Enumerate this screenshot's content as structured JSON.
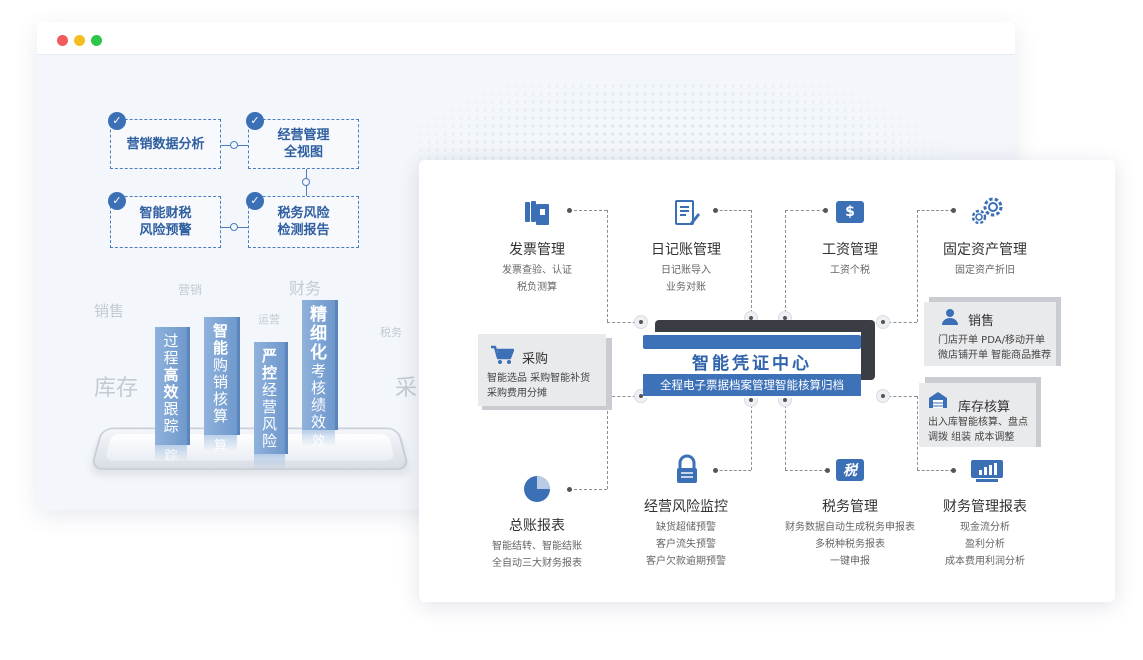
{
  "left_panel": {
    "boxes": [
      {
        "label": "营销数据分析"
      },
      {
        "label": "经营管理\n全视图"
      },
      {
        "label": "智能财税\n风险预警"
      },
      {
        "label": "税务风险\n检测报告"
      }
    ],
    "check_glyph": "✓",
    "background_words": [
      "销售",
      "营销",
      "财务",
      "运营",
      "税务",
      "库存",
      "采"
    ],
    "bars": [
      {
        "lines": [
          "过",
          "程",
          "高",
          "效",
          "跟",
          "踪"
        ],
        "bold": [
          2,
          3
        ],
        "reflect": "踪"
      },
      {
        "lines": [
          "智",
          "能",
          "购",
          "销",
          "核",
          "算"
        ],
        "bold": [
          0,
          1
        ],
        "reflect": "算"
      },
      {
        "lines": [
          "严",
          "控",
          "经",
          "营",
          "风",
          "险"
        ],
        "bold": [
          0,
          1
        ],
        "reflect": ""
      },
      {
        "lines": [
          "精",
          "细",
          "化",
          "考",
          "核",
          "绩",
          "效"
        ],
        "bold": [
          0,
          1,
          2
        ],
        "reflect": "效"
      }
    ]
  },
  "center": {
    "title": "智能凭证中心",
    "subtitle": "全程电子票据档案管理智能核算归档"
  },
  "nodes": {
    "invoice": {
      "title": "发票管理",
      "desc": "发票查验、认证\n税负测算",
      "icon": "invoice-icon"
    },
    "journal": {
      "title": "日记账管理",
      "desc": "日记账导入\n业务对账",
      "icon": "notebook-icon"
    },
    "salary": {
      "title": "工资管理",
      "desc": "工资个税",
      "icon": "dollar-icon",
      "glyph": "$"
    },
    "assets": {
      "title": "固定资产管理",
      "desc": "固定资产折旧",
      "icon": "gears-icon"
    },
    "ledger": {
      "title": "总账报表",
      "desc": "智能结转、智能结账\n全自动三大财务报表",
      "icon": "pie-chart-icon"
    },
    "risk": {
      "title": "经营风险监控",
      "desc": "缺货超储预警\n客户流失预警\n客户欠款逾期预警",
      "icon": "lock-icon"
    },
    "tax": {
      "title": "税务管理",
      "desc": "财务数据自动生成税务申报表\n多税种税务报表\n一键申报",
      "icon": "tax-icon",
      "glyph": "税"
    },
    "report": {
      "title": "财务管理报表",
      "desc": "现金流分析\n盈利分析\n成本费用利润分析",
      "icon": "bar-chart-icon"
    }
  },
  "cards": {
    "purchase": {
      "title": "采购",
      "desc": "智能选品  采购智能补货\n采购费用分摊",
      "icon": "cart-icon"
    },
    "sales": {
      "title": "销售",
      "desc": "门店开单   PDA/移动开单\n微店铺开单  智能商品推荐",
      "icon": "user-icon"
    },
    "inventory": {
      "title": "库存核算",
      "desc": "出入库智能核算、盘点\n调拨   组装   成本调整",
      "icon": "warehouse-icon"
    }
  },
  "colors": {
    "accent": "#3b6fb6",
    "center_dark": "#3a3d43",
    "card_gray": "#e9eaec"
  }
}
